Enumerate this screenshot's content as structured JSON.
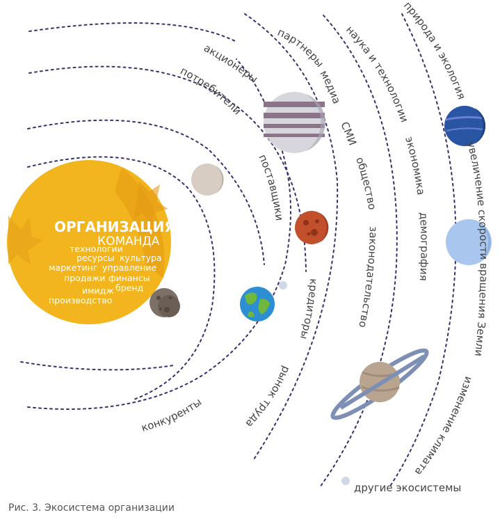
{
  "center": {
    "title": "ОРГАНИЗАЦИЯ",
    "subtitle": "КОМАНДА",
    "items": [
      "технологии",
      "ресурсы",
      "культура",
      "маркетинг",
      "управление",
      "продажи",
      "финансы",
      "бренд",
      "имидж",
      "производство"
    ]
  },
  "labels": {
    "konkurenty": "конкуренты",
    "potrebiteli": "потребители",
    "aktsionery": "акционеры",
    "postavshchiki": "поставщики",
    "kreditory": "кредиторы",
    "rynok_truda": "рынок труда",
    "partnery": "партнеры",
    "media": "медиа",
    "smi": "СМИ",
    "obshchestvo": "общество",
    "zakonodatelstvo": "законодательство",
    "nauka": "наука и технологии",
    "ekonomika": "экономика",
    "demografiya": "демография",
    "priroda": "природа и экология",
    "skorost": "увеличение скорости вращения Земли",
    "klimat": "изменение климата",
    "drugie": "другие экосистемы"
  },
  "caption": "Рис. 3. Экосистема организации",
  "colors": {
    "sun": "#f2b51d",
    "orbit": "#3a2f6e",
    "text": "#444444"
  }
}
